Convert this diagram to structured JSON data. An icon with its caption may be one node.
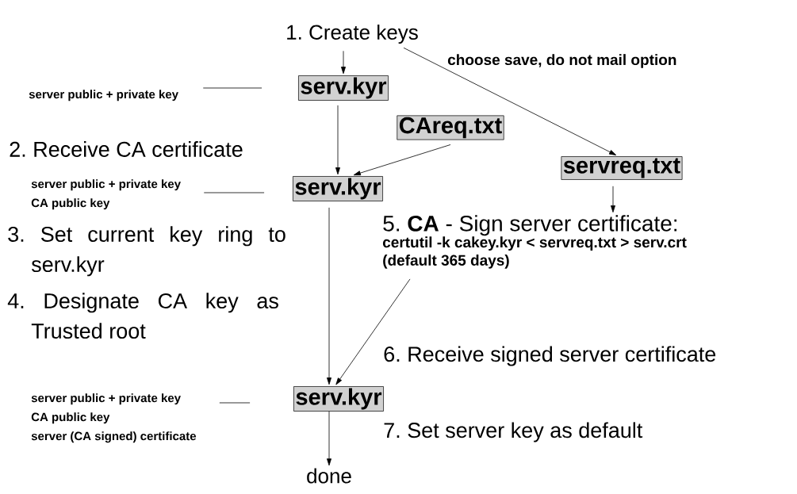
{
  "diagram": {
    "nodes": [
      {
        "text": [
          "1. Create keys"
        ]
      },
      {
        "text": [
          "server public + private key"
        ]
      },
      {
        "text": [
          "serv.kyr"
        ]
      },
      {
        "text": [
          "CAreq.txt"
        ]
      },
      {
        "text": [
          "servreq.txt"
        ]
      },
      {
        "text": [
          "server public + private key",
          "CA public key"
        ]
      },
      {
        "text": [
          "serv.kyr"
        ]
      },
      {
        "text": [
          "5. **CA** - Sign server certificate:",
          "certutil -k cakey.kyr < servreq.txt > serv.crt",
          "(default 365 days)"
        ]
      },
      {
        "text": [
          "server public + private key",
          "CA public key",
          "server (CA signed) certificate"
        ]
      },
      {
        "text": [
          "serv.kyr"
        ]
      },
      {
        "text": [
          "done"
        ]
      }
    ],
    "edges": [
      {
        "from": 0,
        "to": 2,
        "arrow": "to"
      },
      {
        "from": 0,
        "to": 4,
        "arrow": "to",
        "label": "choose save, do not mail option"
      },
      {
        "from": 1,
        "to": 2,
        "arrow": "none"
      },
      {
        "from": 2,
        "to": 6,
        "arrow": "to"
      },
      {
        "from": 3,
        "to": 6,
        "arrow": "to"
      },
      {
        "from": 4,
        "to": 7,
        "arrow": "to"
      },
      {
        "from": 5,
        "to": 6,
        "arrow": "none"
      },
      {
        "from": 6,
        "to": 9,
        "arrow": "to"
      },
      {
        "from": 7,
        "to": 9,
        "arrow": "to"
      },
      {
        "from": 8,
        "to": 9,
        "arrow": "none"
      },
      {
        "from": 9,
        "to": 10,
        "arrow": "to"
      }
    ],
    "labels": [
      "2. Receive CA certificate",
      "3. Set current key ring to serv.kyr",
      "4. Designate CA key as Trusted root",
      "6. Receive signed server certificate",
      "7. Set server key as default"
    ]
  }
}
